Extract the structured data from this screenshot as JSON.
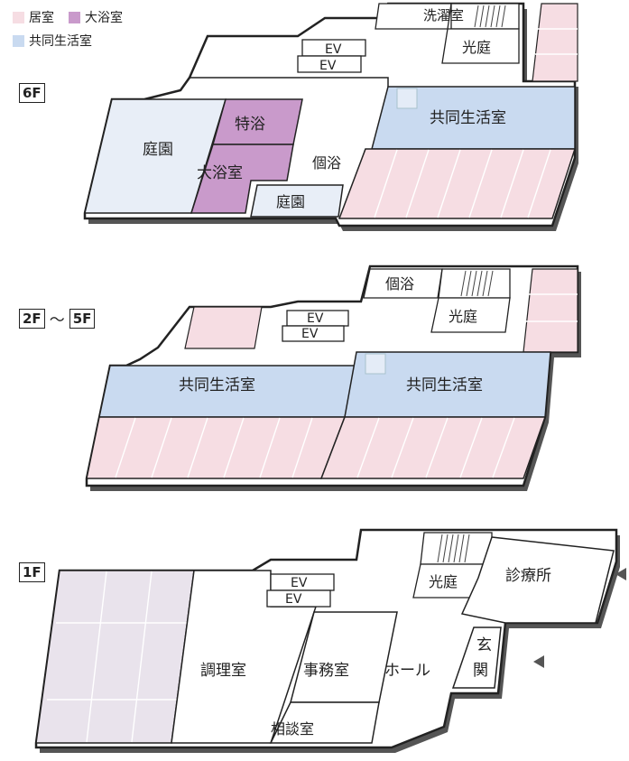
{
  "legend": [
    {
      "label": "居室",
      "color": "#f6dde3"
    },
    {
      "label": "大浴室",
      "color": "#c99acb"
    },
    {
      "label": "共同生活室",
      "color": "#c9daf0"
    }
  ],
  "colors": {
    "private_room": "#f6dde3",
    "large_bath": "#c99acb",
    "common_room": "#c9daf0",
    "garden": "#e8eef7",
    "outline": "#222222",
    "ground_rooms": "#e9e3ec"
  },
  "floors": {
    "f6": {
      "tag": "6F",
      "rooms": {
        "laundry": "洗濯室",
        "courtyard": "光庭",
        "ev1": "EV",
        "ev2": "EV",
        "special_bath": "特浴",
        "garden_left": "庭園",
        "large_bath": "大浴室",
        "individual_bath": "個浴",
        "garden_small": "庭園",
        "common_room": "共同生活室"
      }
    },
    "f2_5": {
      "tag_from": "2F",
      "tilde": "〜",
      "tag_to": "5F",
      "rooms": {
        "individual_bath": "個浴",
        "courtyard": "光庭",
        "ev1": "EV",
        "ev2": "EV",
        "common_room_left": "共同生活室",
        "common_room_right": "共同生活室"
      }
    },
    "f1": {
      "tag": "1F",
      "rooms": {
        "ev1": "EV",
        "ev2": "EV",
        "courtyard": "光庭",
        "clinic": "診療所",
        "kitchen": "調理室",
        "office": "事務室",
        "hall": "ホール",
        "entrance_1": "玄",
        "entrance_2": "関",
        "consultation": "相談室"
      }
    }
  }
}
